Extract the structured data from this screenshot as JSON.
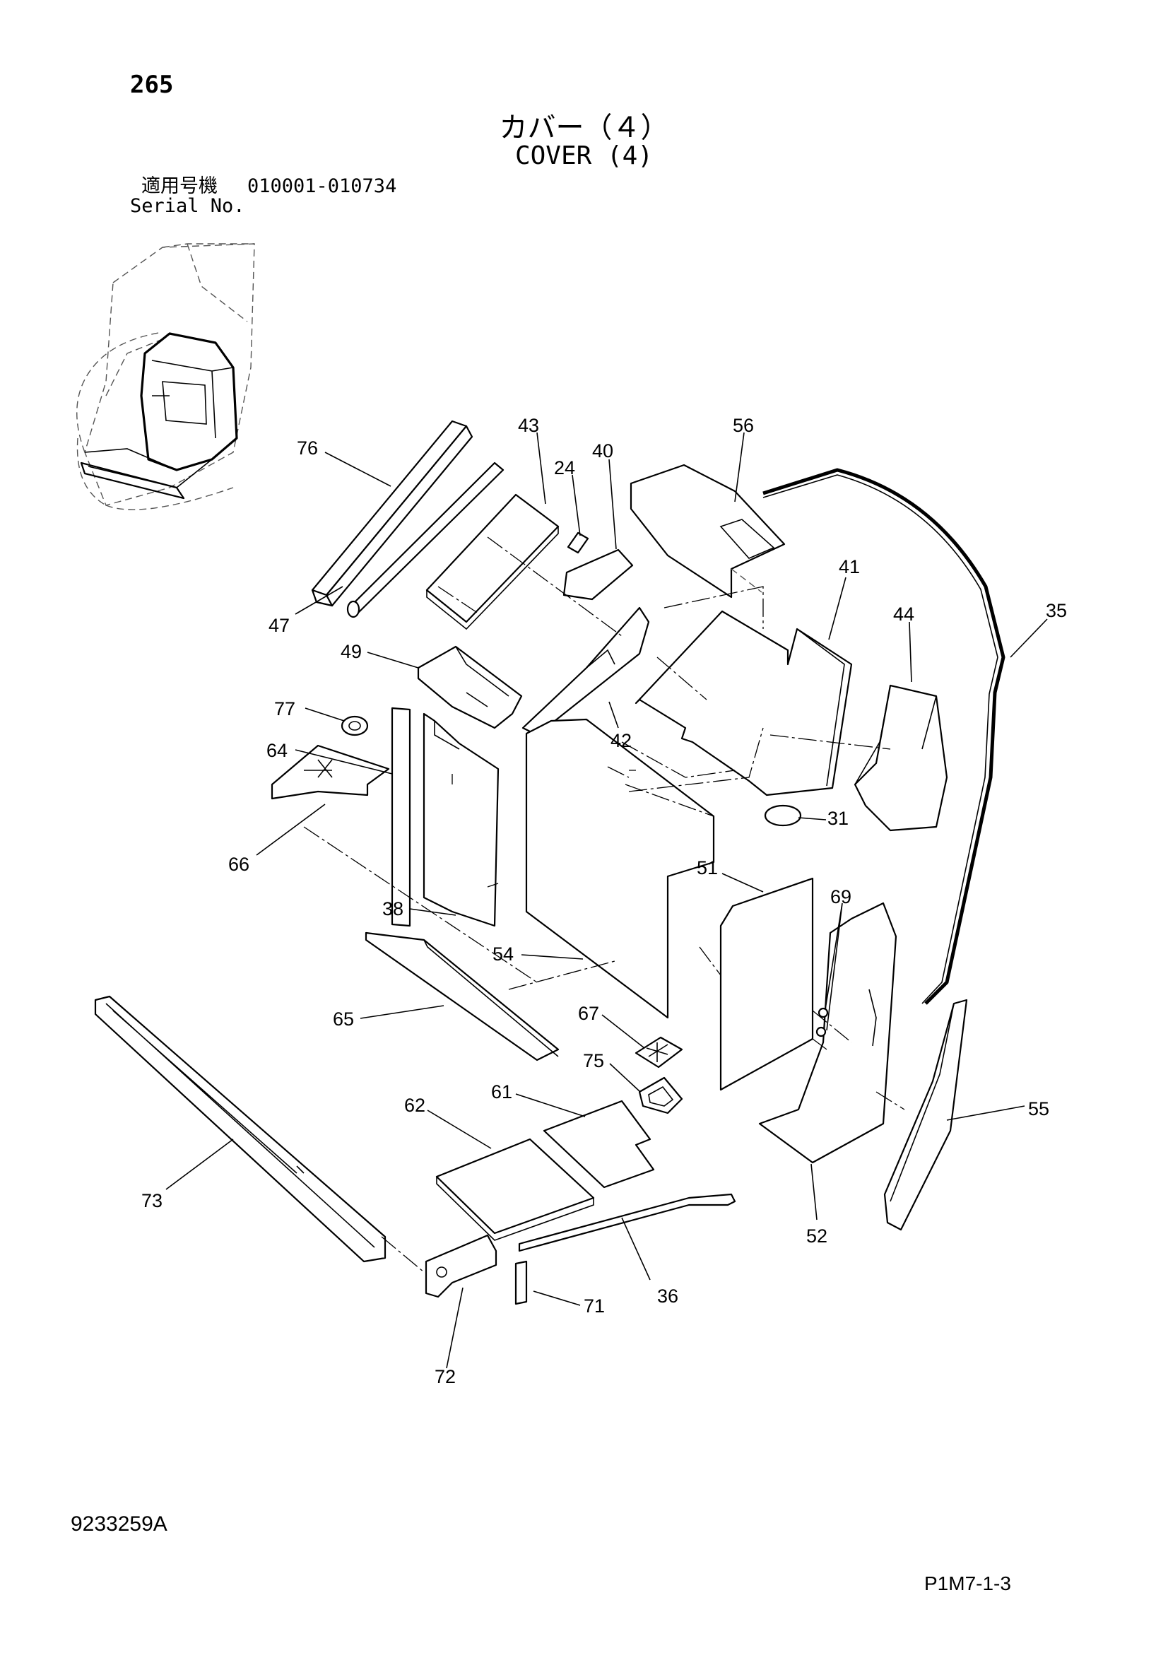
{
  "header": {
    "page_number": "265",
    "title_ja": "カバー（４）",
    "title_en": "COVER (4)",
    "serial_label_ja": "適用号機",
    "serial_range": "010001-010734",
    "serial_label_en": "Serial No."
  },
  "footer": {
    "doc_code": "9233259A",
    "page_ref": "P1M7-1-3"
  },
  "callouts": {
    "c76": "76",
    "c43": "43",
    "c24": "24",
    "c40": "40",
    "c56": "56",
    "c41": "41",
    "c44": "44",
    "c35": "35",
    "c47": "47",
    "c49": "49",
    "c42": "42",
    "c77": "77",
    "c64": "64",
    "c31": "31",
    "c66": "66",
    "c51": "51",
    "c69": "69",
    "c38": "38",
    "c54": "54",
    "c65": "65",
    "c67": "67",
    "c75": "75",
    "c61": "61",
    "c62": "62",
    "c55": "55",
    "c73": "73",
    "c52": "52",
    "c36": "36",
    "c71": "71",
    "c72": "72"
  }
}
